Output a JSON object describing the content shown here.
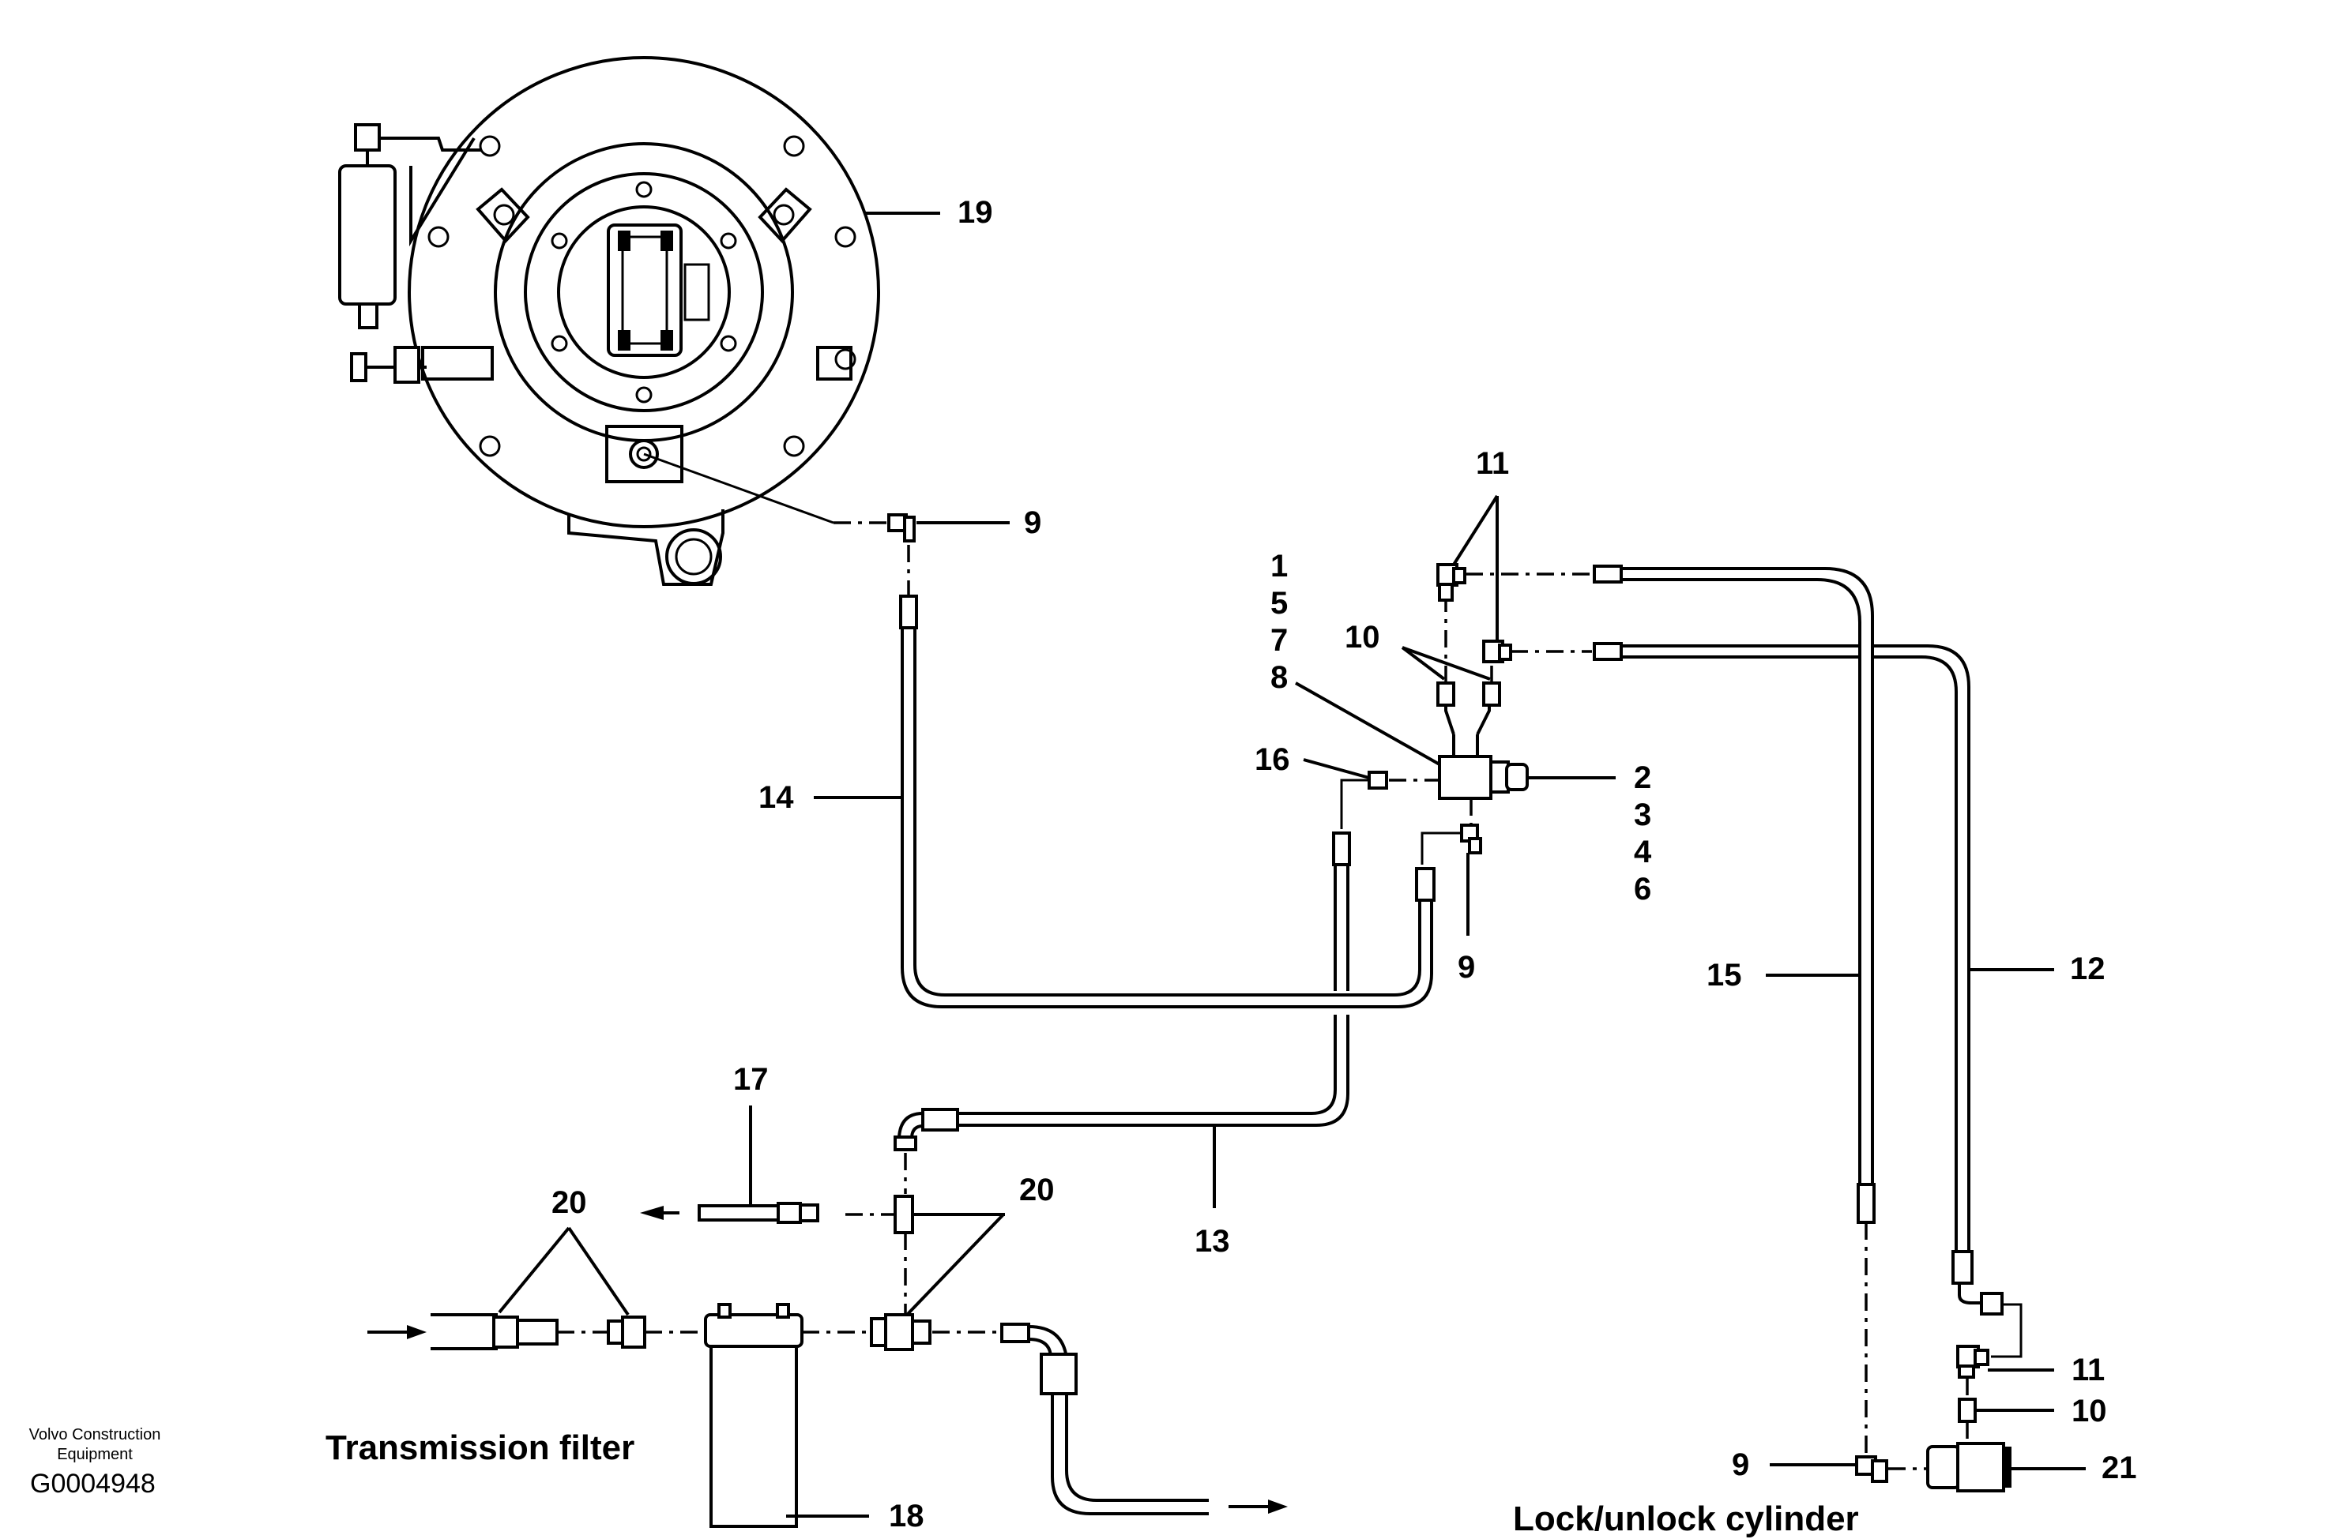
{
  "part_numbers": {
    "n19": "19",
    "n9_top": "9",
    "n14": "14",
    "n11_top": "11",
    "n1": "1",
    "n5": "5",
    "n7": "7",
    "n8": "8",
    "n10_top": "10",
    "n16": "16",
    "n2": "2",
    "n3": "3",
    "n4": "4",
    "n6": "6",
    "n9_mid": "9",
    "n15": "15",
    "n12": "12",
    "n17": "17",
    "n13": "13",
    "n20_left": "20",
    "n20_right": "20",
    "n18": "18",
    "n11_bottom": "11",
    "n10_bottom": "10",
    "n9_bottom": "9",
    "n21": "21"
  },
  "captions": {
    "transmission_filter": "Transmission filter",
    "lock_unlock_cylinder": "Lock/unlock cylinder"
  },
  "footer": {
    "company_line1": "Volvo Construction",
    "company_line2": "Equipment",
    "figure_code": "G0004948"
  },
  "colors": {
    "ink": "#000000",
    "paper": "#ffffff"
  }
}
